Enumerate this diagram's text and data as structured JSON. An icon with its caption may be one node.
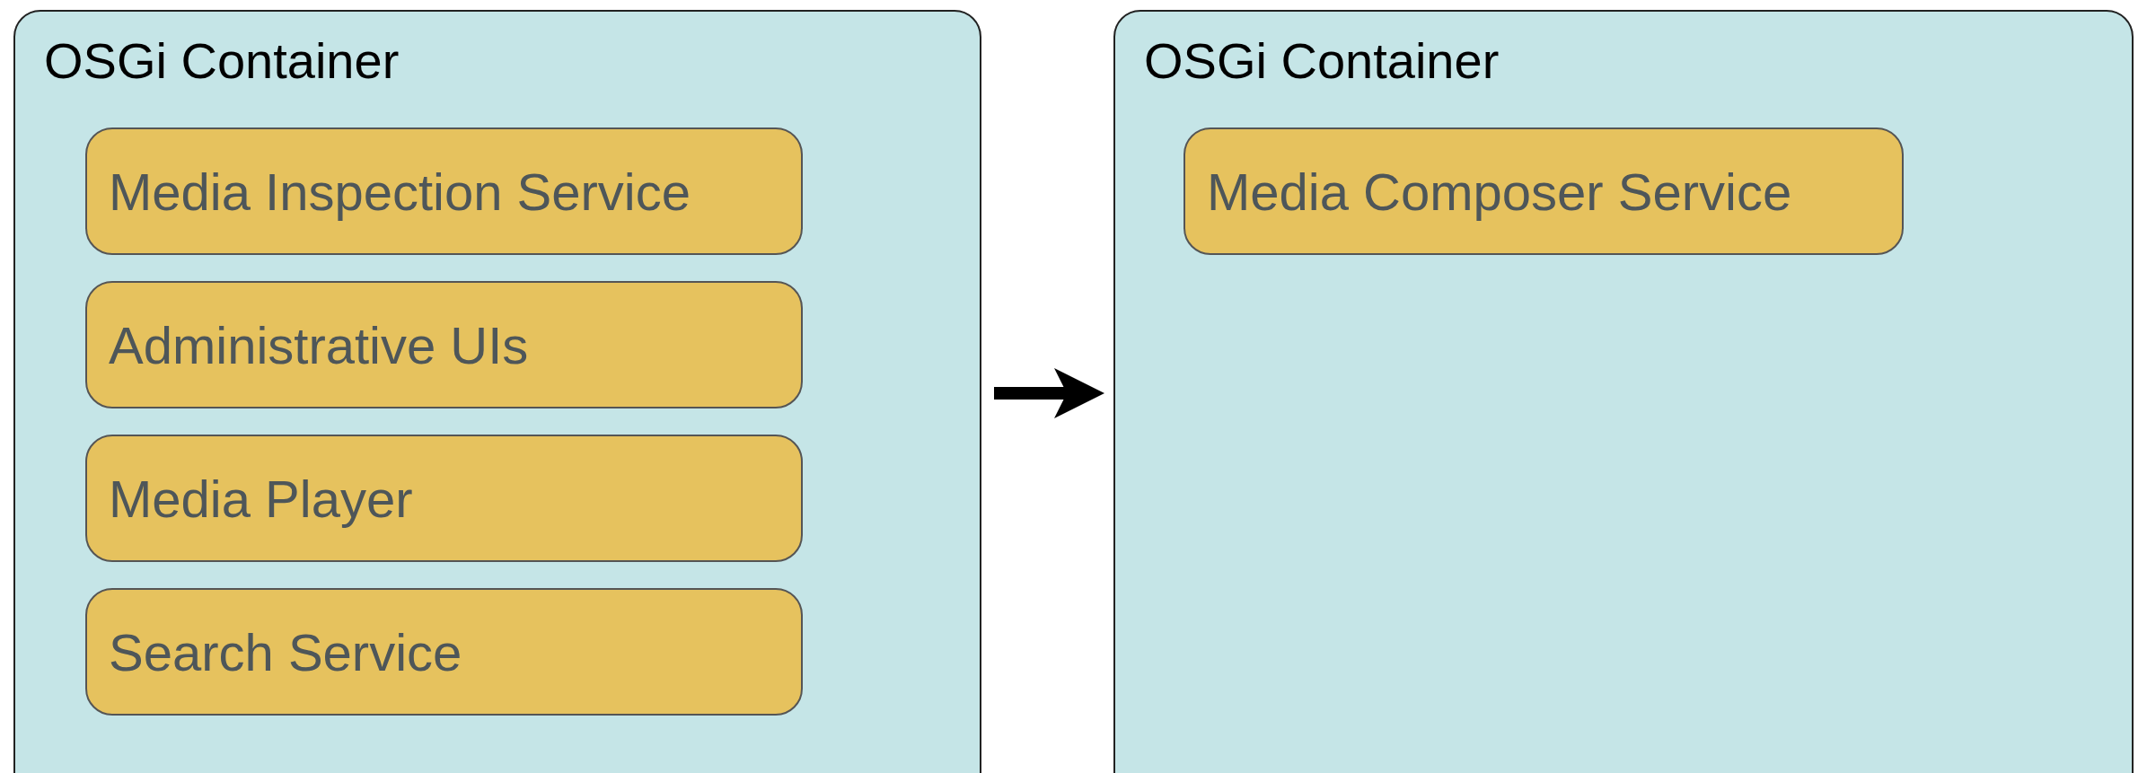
{
  "diagram": {
    "nodes": [
      {
        "text": [
          "OSGi Container"
        ]
      },
      {
        "text": [
          "Media Inspection Service"
        ],
        "in": 0
      },
      {
        "text": [
          "Administrative UIs"
        ],
        "in": 0
      },
      {
        "text": [
          "Media Player"
        ],
        "in": 0
      },
      {
        "text": [
          "Search Service"
        ],
        "in": 0
      },
      {
        "text": [
          "OSGi Container"
        ]
      },
      {
        "text": [
          "Media Composer Service"
        ],
        "in": 5
      }
    ],
    "edges": [
      {
        "from": 0,
        "to": 5,
        "arrow": "to"
      }
    ]
  }
}
